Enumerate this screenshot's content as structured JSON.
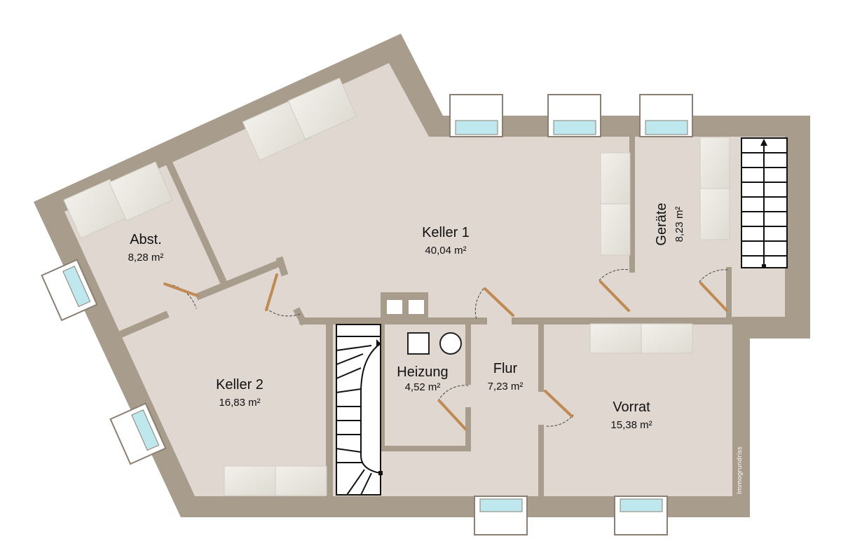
{
  "plan": {
    "wall_color": "#a89c8c",
    "floor_color": "#e0d7d1",
    "window_glass": "#bfe7ee",
    "door_color": "#c08a55",
    "rooms": [
      {
        "name": "Abst.",
        "area": "8,28 m²"
      },
      {
        "name": "Keller 1",
        "area": "40,04 m²"
      },
      {
        "name": "Geräte",
        "area": "8,23 m²"
      },
      {
        "name": "Keller 2",
        "area": "16,83 m²"
      },
      {
        "name": "Heizung",
        "area": "4,52 m²"
      },
      {
        "name": "Flur",
        "area": "7,23 m²"
      },
      {
        "name": "Vorrat",
        "area": "15,38 m²"
      }
    ],
    "credit": "Immogrundriss"
  }
}
